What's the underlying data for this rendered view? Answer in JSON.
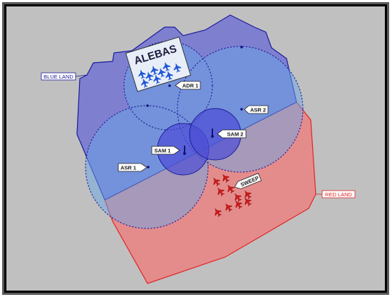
{
  "regions": {
    "blue_land": {
      "label": "BLUE LAND",
      "fill": "#7f7fd0",
      "stroke": "#1c1c9c"
    },
    "red_land": {
      "label": "RED LAND",
      "fill": "#e48c8c",
      "stroke": "#e02424"
    }
  },
  "colors": {
    "background": "#c0c0c0",
    "border": "#000000",
    "coverage_fill": "#6aa6e6",
    "sam_fill": "#4d4dd6",
    "blue_aircraft": "#1f56d6",
    "red_aircraft": "#d01818",
    "marker": "#13137a"
  },
  "units": {
    "adr1": {
      "label": "ADR 1"
    },
    "asr1": {
      "label": "ASR 1"
    },
    "asr2": {
      "label": "ASR 2"
    },
    "sam1": {
      "label": "SAM 1"
    },
    "sam2": {
      "label": "SAM 2"
    },
    "sweep": {
      "label": "SWEEP"
    }
  },
  "ale_bas": {
    "label": "ALEBAS",
    "aircraft_count": 9
  },
  "sweep_aircraft_count": 10,
  "icons": {
    "blue_aircraft": "jet-icon",
    "red_aircraft": "jet-icon",
    "sam": "missile-launcher-icon",
    "radar": "radar-dot-icon"
  }
}
